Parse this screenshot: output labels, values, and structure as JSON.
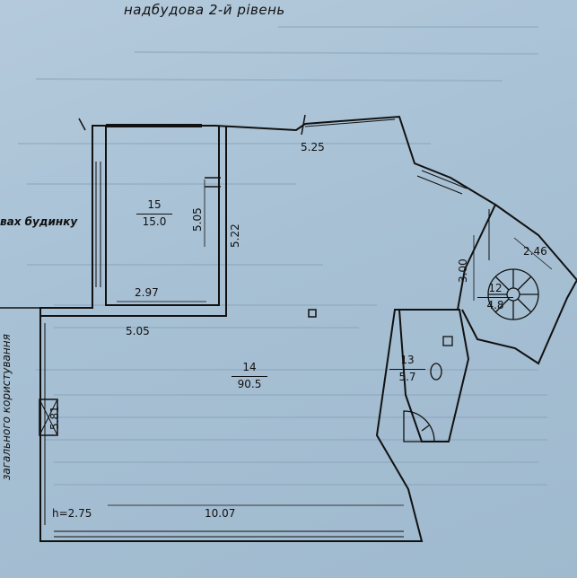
{
  "plan": {
    "title": "надбудова 2-й рівень",
    "side_label_top": "вах будинку",
    "side_label_left": "загального користування",
    "height_label": "h=2.75",
    "rooms": [
      {
        "number": "15",
        "area": "15.0"
      },
      {
        "number": "14",
        "area": "90.5"
      },
      {
        "number": "13",
        "area": "5.7"
      },
      {
        "number": "12",
        "area": "4.8"
      }
    ],
    "dimensions": {
      "top_right_wall": "5.25",
      "room15_width": "2.97",
      "room15_height_inner": "5.05",
      "room15_height_outer": "5.22",
      "room14_width": "5.05",
      "room14_height": "5.81",
      "bottom_wall": "10.07",
      "stair_height": "3.00",
      "stair_width": "2.46"
    }
  },
  "colors": {
    "paper": "#a9c2d6",
    "ink": "#111111"
  }
}
